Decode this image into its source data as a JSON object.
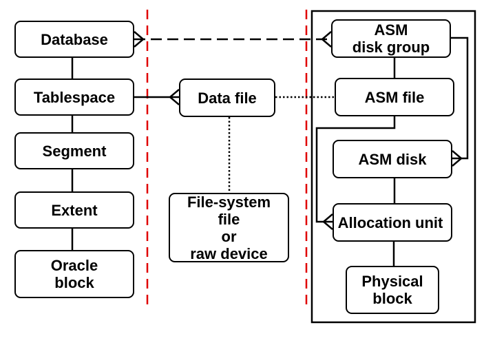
{
  "diagram": {
    "left_column": {
      "database": "Database",
      "tablespace": "Tablespace",
      "segment": "Segment",
      "extent": "Extent",
      "oracle_block": "Oracle\nblock"
    },
    "middle_column": {
      "data_file": "Data file",
      "file_system_file": "File-system\nfile\nor\nraw device"
    },
    "asm_column": {
      "asm_disk_group": "ASM\ndisk group",
      "asm_file": "ASM file",
      "asm_disk": "ASM disk",
      "allocation_unit": "Allocation unit",
      "physical_block": "Physical\nblock"
    },
    "colors": {
      "boundary_line": "#e00000",
      "stroke": "#000000",
      "background": "#ffffff"
    }
  }
}
